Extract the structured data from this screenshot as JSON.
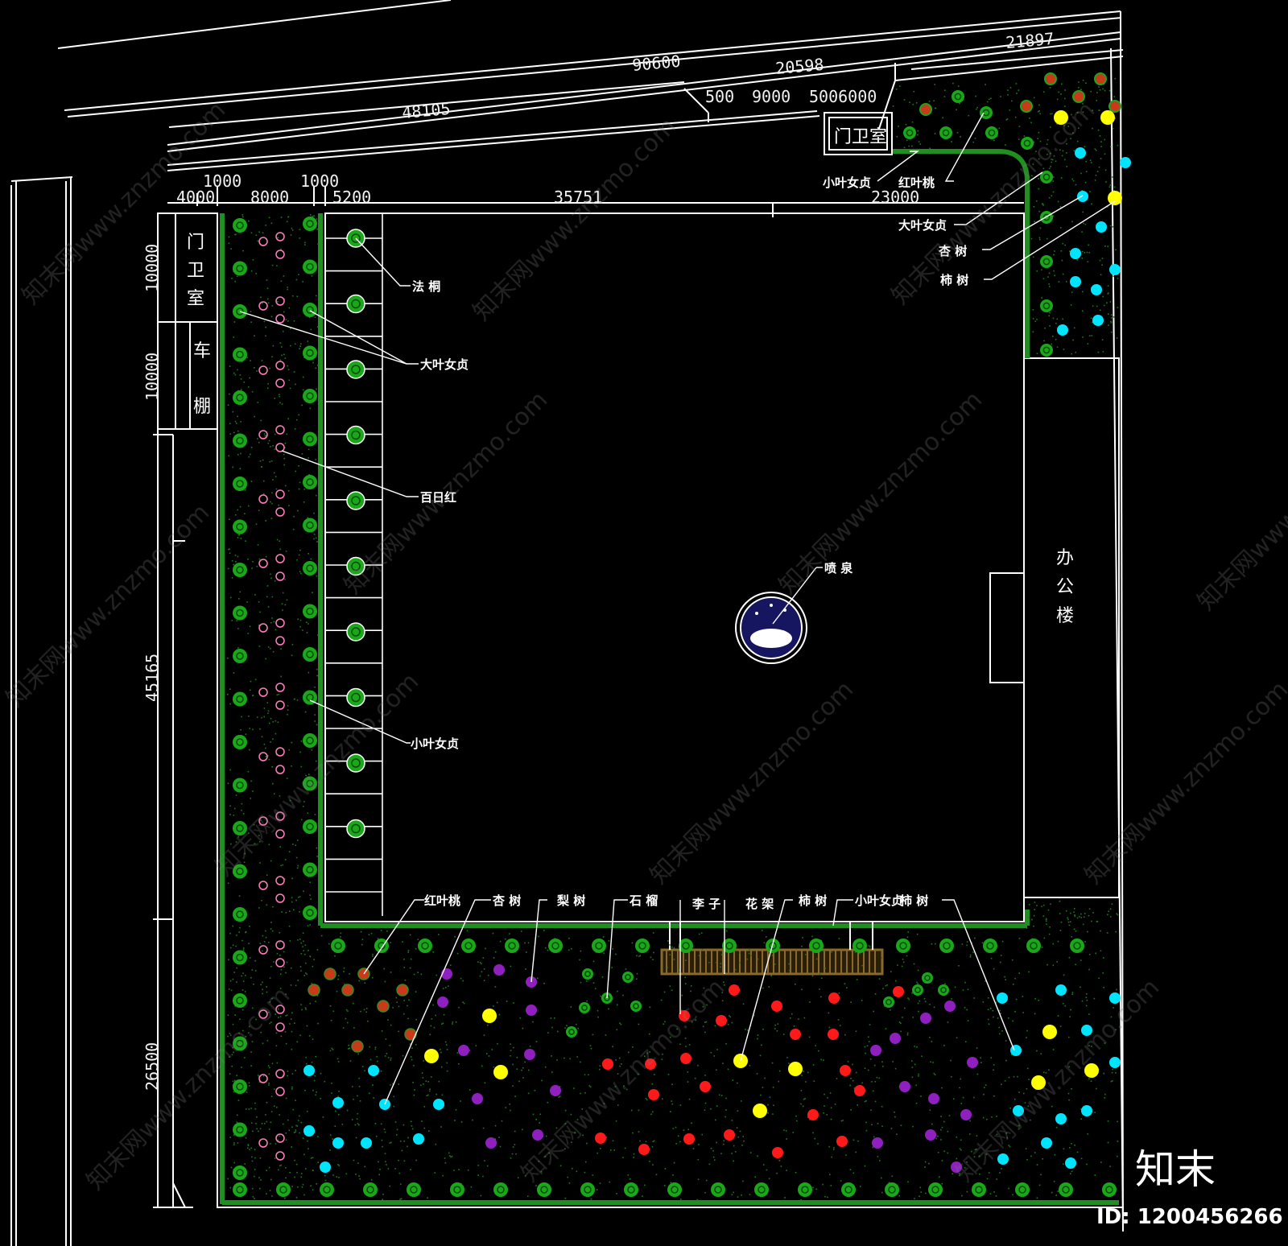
{
  "dimensions": {
    "top_left": "48105",
    "top_mid": "90600",
    "top_mid2": "20598",
    "top_right": "21897",
    "seg_500a": "500",
    "seg_9000": "9000",
    "seg_5006000": "5006000",
    "d1000a": "1000",
    "d1000b": "1000",
    "d4000": "4000",
    "d8000": "8000",
    "d5200": "5200",
    "d35751": "35751",
    "d23000": "23000",
    "left_10000a": "10000",
    "left_10000b": "10000",
    "left_45165": "45165",
    "left_26500": "26500"
  },
  "buildings": {
    "gate_left": [
      "门",
      "卫",
      "室"
    ],
    "shed": [
      "车",
      "棚"
    ],
    "gate_top": "门卫室",
    "office": [
      "办",
      "公",
      "楼"
    ]
  },
  "labels": {
    "fa_tong": "法 桐",
    "da_ye_nv_zhen_left": "大叶女贞",
    "bai_ri_hong": "百日红",
    "xiao_ye_nv_zhen_left": "小叶女贞",
    "xiao_ye_nv_zhen_top": "小叶女贞",
    "hong_ye_tao_top": "红叶桃",
    "da_ye_nv_zhen_right": "大叶女贞",
    "xing_shu_right": "杏 树",
    "shi_shu_right": "柿 树",
    "pen_quan": "喷 泉",
    "bottom_hong_ye_tao": "红叶桃",
    "bottom_xing_shu": "杏 树",
    "bottom_li_shu": "梨 树",
    "bottom_shi_liu": "石 榴",
    "bottom_li_zi": "李 子",
    "bottom_hua_jia": "花 架",
    "bottom_shi_shu": "柿 树",
    "bottom_xiao_ye": "小叶女贞",
    "bottom_shi_shu2": "柿 树"
  },
  "watermark": "知末网www.znzmo.com",
  "brand": "知末",
  "id_text": "ID: 1200456266",
  "colors": {
    "background": "#000000",
    "line": "#ffffff",
    "hedge": "#1f8f1f",
    "tree_green": "#1aa81a",
    "pink": "#ff7fbf",
    "red": "#ff1a1a",
    "yellow": "#ffff00",
    "purple": "#8f1fbf",
    "cyan": "#00e5ff",
    "orange_red": "#c83a1a",
    "pergola": "#8a6a2a",
    "fountain": "#1a1a70"
  }
}
